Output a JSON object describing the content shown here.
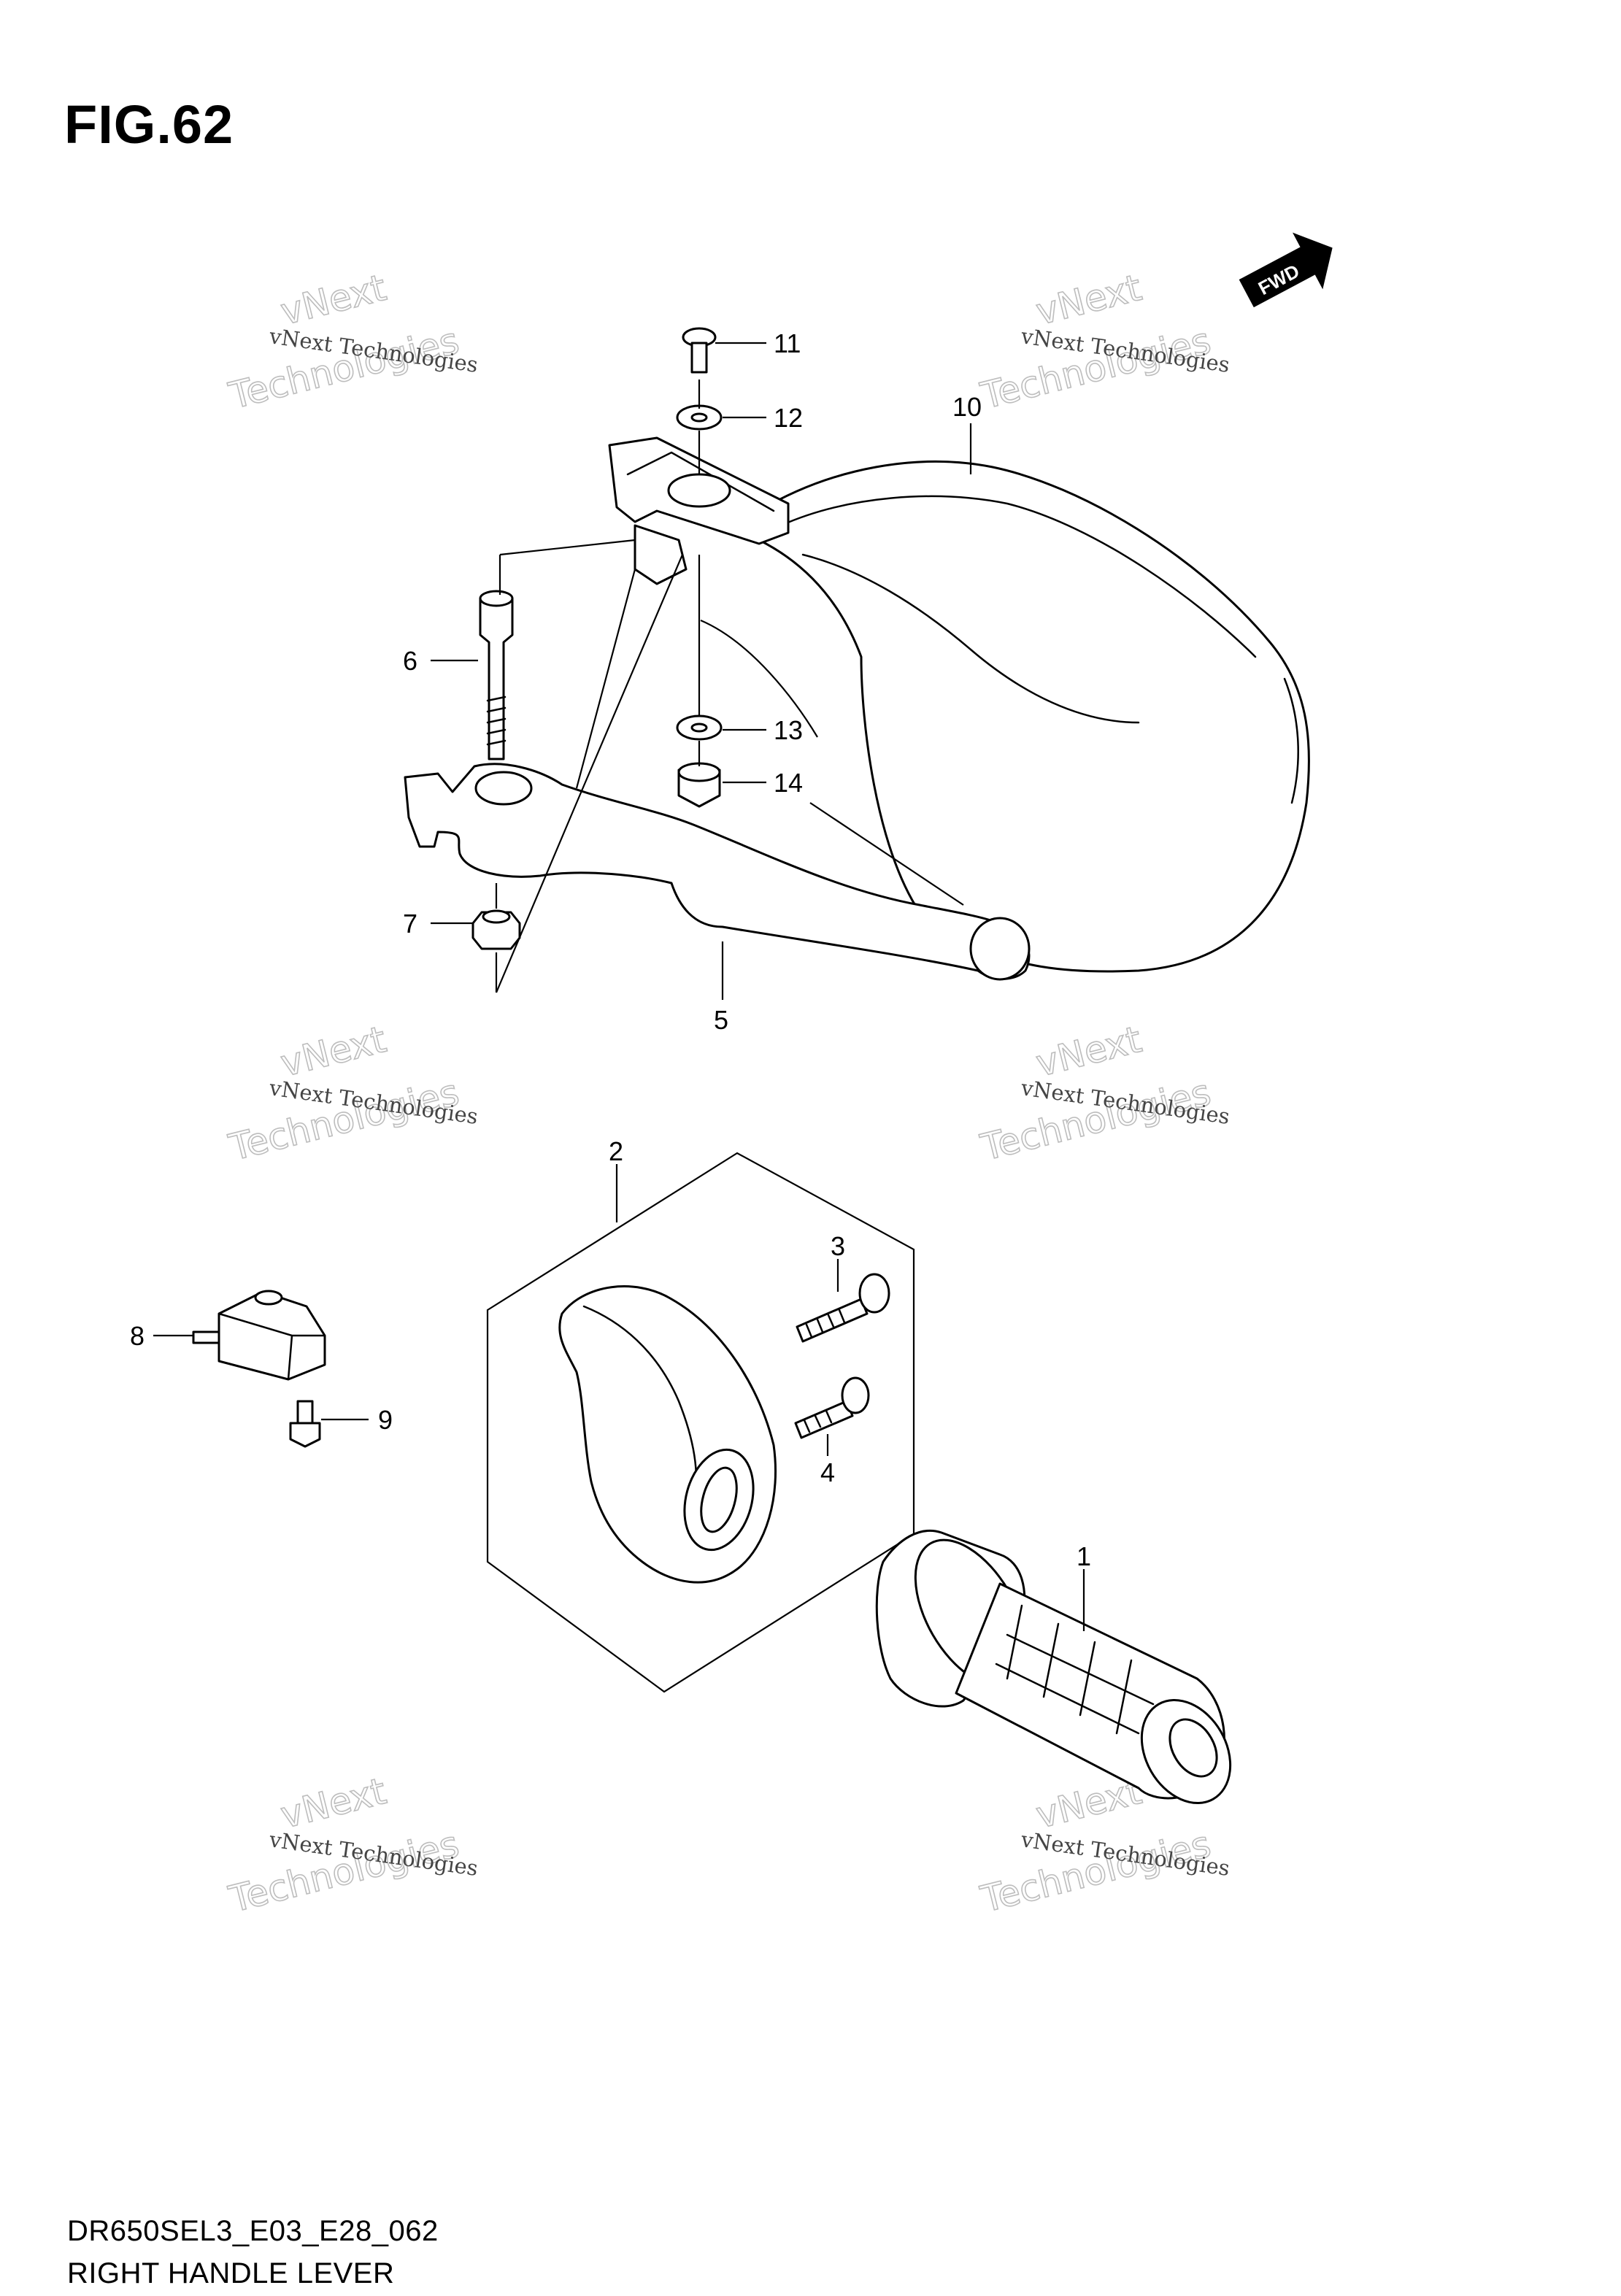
{
  "figure": {
    "title": "FIG.62",
    "code": "DR650SEL3_E03_E28_062",
    "name": "RIGHT HANDLE LEVER",
    "fwd_label": "FWD"
  },
  "callouts": [
    "1",
    "2",
    "3",
    "4",
    "5",
    "6",
    "7",
    "8",
    "9",
    "10",
    "11",
    "12",
    "13",
    "14"
  ],
  "watermark": {
    "line1": "vNext Technologies",
    "line2a": "vNext",
    "line2b": "Technologies"
  }
}
